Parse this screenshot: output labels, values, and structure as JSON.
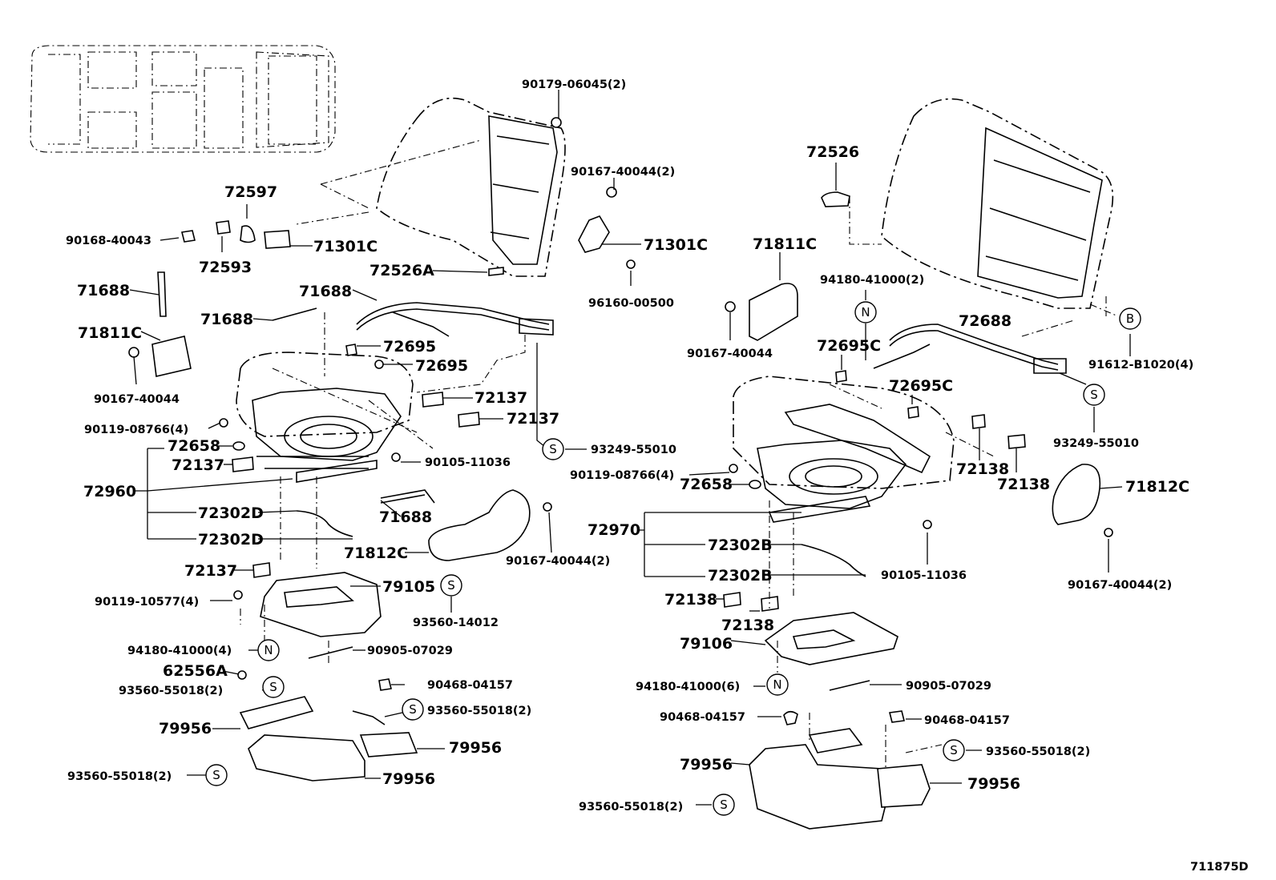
{
  "parts": [
    {
      "id": "l01",
      "text": "90179-06045(2)"
    },
    {
      "id": "l02",
      "text": "90167-40044(2)"
    },
    {
      "id": "l03",
      "text": "72597"
    },
    {
      "id": "l04",
      "text": "90168-40043"
    },
    {
      "id": "l05",
      "text": "72593"
    },
    {
      "id": "l06",
      "text": "71301C"
    },
    {
      "id": "l07",
      "text": "71301C"
    },
    {
      "id": "l08",
      "text": "72526A"
    },
    {
      "id": "l09",
      "text": "96160-00500"
    },
    {
      "id": "l10",
      "text": "71688"
    },
    {
      "id": "l11",
      "text": "71688"
    },
    {
      "id": "l12",
      "text": "71688"
    },
    {
      "id": "l13",
      "text": "71811C"
    },
    {
      "id": "l14",
      "text": "72695"
    },
    {
      "id": "l15",
      "text": "72695"
    },
    {
      "id": "l16",
      "text": "90167-40044"
    },
    {
      "id": "l17",
      "text": "72137"
    },
    {
      "id": "l18",
      "text": "72137"
    },
    {
      "id": "l19",
      "text": "90119-08766(4)"
    },
    {
      "id": "l20",
      "text": "72658"
    },
    {
      "id": "l21",
      "text": "72137"
    },
    {
      "id": "l22",
      "text": "93249-55010"
    },
    {
      "id": "l23",
      "text": "90105-11036"
    },
    {
      "id": "l24",
      "text": "72960"
    },
    {
      "id": "l25",
      "text": "72302D"
    },
    {
      "id": "l26",
      "text": "71688"
    },
    {
      "id": "l27",
      "text": "72302D"
    },
    {
      "id": "l28",
      "text": "71812C"
    },
    {
      "id": "l29",
      "text": "90167-40044(2)"
    },
    {
      "id": "l30",
      "text": "72137"
    },
    {
      "id": "l31",
      "text": "79105"
    },
    {
      "id": "l32",
      "text": "90119-10577(4)"
    },
    {
      "id": "l33",
      "text": "93560-14012"
    },
    {
      "id": "l34",
      "text": "94180-41000(4)"
    },
    {
      "id": "l35",
      "text": "90905-07029"
    },
    {
      "id": "l36",
      "text": "62556A"
    },
    {
      "id": "l37",
      "text": "93560-55018(2)"
    },
    {
      "id": "l38",
      "text": "90468-04157"
    },
    {
      "id": "l39",
      "text": "93560-55018(2)"
    },
    {
      "id": "l40",
      "text": "79956"
    },
    {
      "id": "l41",
      "text": "79956"
    },
    {
      "id": "l42",
      "text": "93560-55018(2)"
    },
    {
      "id": "l43",
      "text": "79956"
    },
    {
      "id": "r01",
      "text": "72526"
    },
    {
      "id": "r02",
      "text": "71811C"
    },
    {
      "id": "r03",
      "text": "94180-41000(2)"
    },
    {
      "id": "r04",
      "text": "72688"
    },
    {
      "id": "r05",
      "text": "91612-B1020(4)"
    },
    {
      "id": "r06",
      "text": "90167-40044"
    },
    {
      "id": "r07",
      "text": "72695C"
    },
    {
      "id": "r08",
      "text": "72695C"
    },
    {
      "id": "r09",
      "text": "93249-55010"
    },
    {
      "id": "r10",
      "text": "90119-08766(4)"
    },
    {
      "id": "r11",
      "text": "72658"
    },
    {
      "id": "r12",
      "text": "72138"
    },
    {
      "id": "r13",
      "text": "72138"
    },
    {
      "id": "r14",
      "text": "71812C"
    },
    {
      "id": "r15",
      "text": "72970"
    },
    {
      "id": "r16",
      "text": "72302B"
    },
    {
      "id": "r17",
      "text": "72302B"
    },
    {
      "id": "r18",
      "text": "90105-11036"
    },
    {
      "id": "r19",
      "text": "90167-40044(2)"
    },
    {
      "id": "r20",
      "text": "72138"
    },
    {
      "id": "r21",
      "text": "72138"
    },
    {
      "id": "r22",
      "text": "79106"
    },
    {
      "id": "r23",
      "text": "94180-41000(6)"
    },
    {
      "id": "r24",
      "text": "90905-07029"
    },
    {
      "id": "r25",
      "text": "90468-04157"
    },
    {
      "id": "r26",
      "text": "90468-04157"
    },
    {
      "id": "r27",
      "text": "93560-55018(2)"
    },
    {
      "id": "r28",
      "text": "79956"
    },
    {
      "id": "r29",
      "text": "79956"
    },
    {
      "id": "r30",
      "text": "93560-55018(2)"
    }
  ],
  "markers": [
    {
      "id": "m01",
      "letter": "S"
    },
    {
      "id": "m02",
      "letter": "S"
    },
    {
      "id": "m03",
      "letter": "N"
    },
    {
      "id": "m04",
      "letter": "S"
    },
    {
      "id": "m05",
      "letter": "S"
    },
    {
      "id": "m06",
      "letter": "S"
    },
    {
      "id": "m07",
      "letter": "N"
    },
    {
      "id": "m08",
      "letter": "B"
    },
    {
      "id": "m09",
      "letter": "S"
    },
    {
      "id": "m10",
      "letter": "N"
    },
    {
      "id": "m11",
      "letter": "S"
    },
    {
      "id": "m12",
      "letter": "S"
    }
  ],
  "figure_code": "711875D"
}
